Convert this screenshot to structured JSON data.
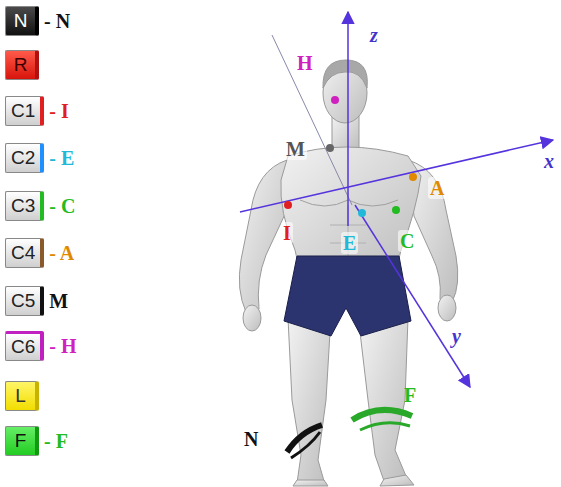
{
  "diagram": {
    "nodes": [
      {
        "text": [
          "N",
          "- N"
        ]
      },
      {
        "text": [
          "R"
        ]
      },
      {
        "text": [
          "C1",
          "- I"
        ]
      },
      {
        "text": [
          "C2",
          "- E"
        ]
      },
      {
        "text": [
          "C3",
          "- C"
        ]
      },
      {
        "text": [
          "C4",
          "- A"
        ]
      },
      {
        "text": [
          "C5",
          "M"
        ]
      },
      {
        "text": [
          "C6",
          "- H"
        ]
      },
      {
        "text": [
          "L"
        ]
      },
      {
        "text": [
          "F",
          "- F"
        ]
      }
    ],
    "labels": [
      "H",
      "z",
      "M",
      "x",
      "A",
      "I",
      "E",
      "C",
      "y",
      "F",
      "N"
    ]
  }
}
